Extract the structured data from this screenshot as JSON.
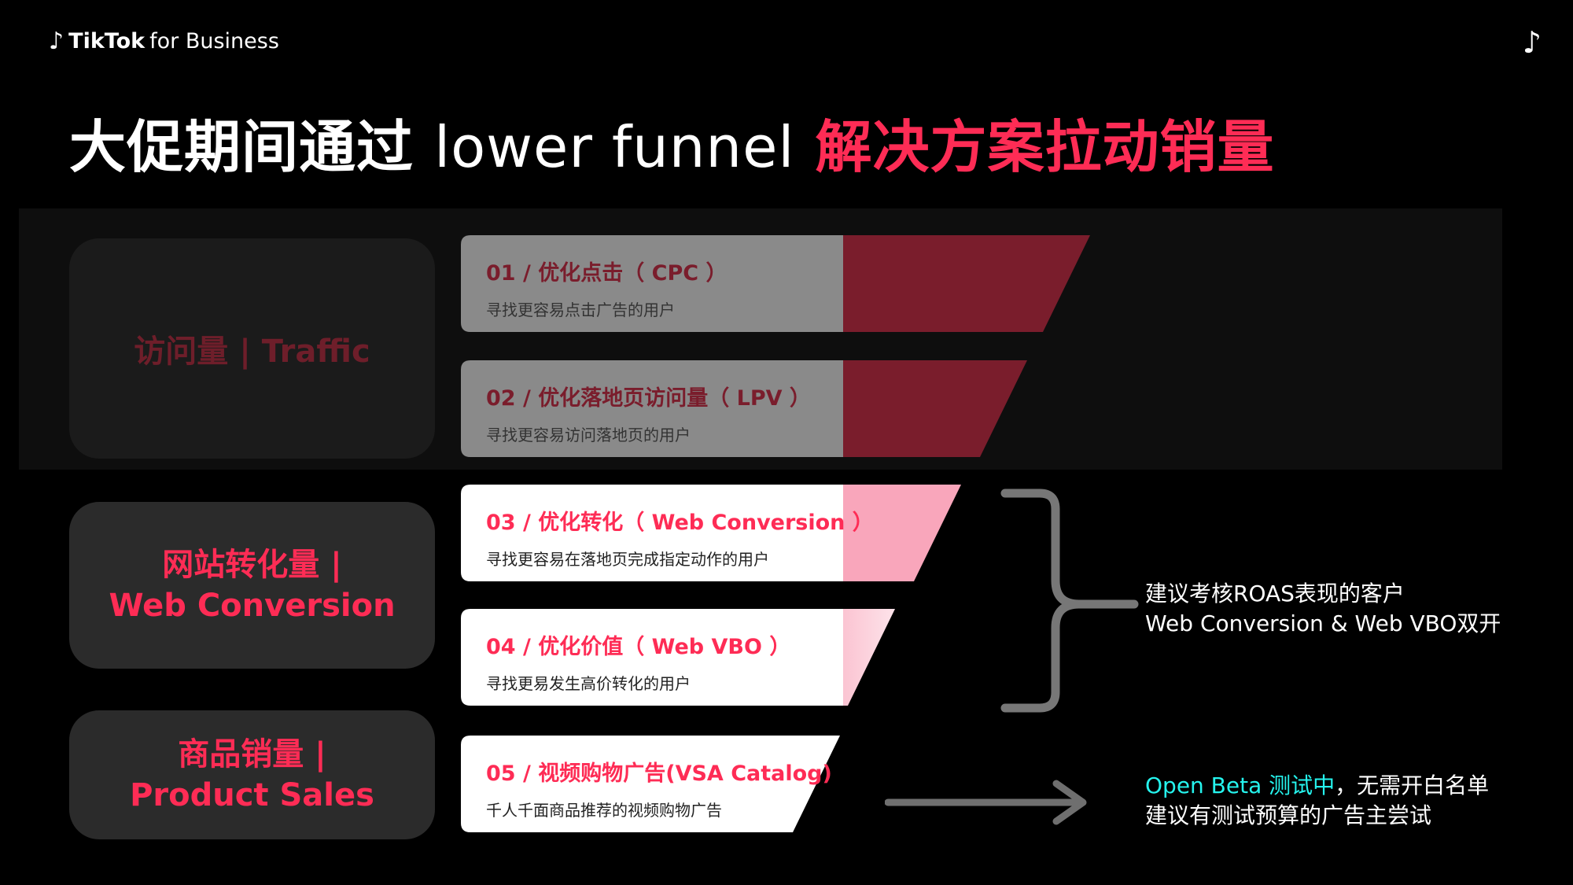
{
  "header": {
    "brand_name": "TikTok",
    "brand_suffix": "for Business",
    "corner_logo_icon": "tiktok-note-icon"
  },
  "title": {
    "part1": "大促期间通过",
    "part2": "lower funnel",
    "part3": "解决方案拉动销量"
  },
  "categories": [
    {
      "line1": "访问量 | Traffic",
      "line2": ""
    },
    {
      "line1": "网站转化量 |",
      "line2": "Web Conversion"
    },
    {
      "line1": "商品销量 |",
      "line2": "Product Sales"
    }
  ],
  "items": [
    {
      "title": "01 / 优化点击（ CPC ）",
      "subtitle": "寻找更容易点击广告的用户"
    },
    {
      "title": "02 / 优化落地页访问量（ LPV ）",
      "subtitle": "寻找更容易访问落地页的用户"
    },
    {
      "title": "03 / 优化转化（ Web Conversion ）",
      "subtitle": "寻找更容易在落地页完成指定动作的用户"
    },
    {
      "title": "04 / 优化价值（ Web VBO ）",
      "subtitle": "寻找更易发生高价转化的用户"
    },
    {
      "title": "05 / 视频购物广告(VSA Catalog)",
      "subtitle": "千人千面商品推荐的视频购物广告"
    }
  ],
  "notes": {
    "roas_line1": "建议考核ROAS表现的客户",
    "roas_line2": "Web Conversion & Web VBO双开",
    "beta_highlight": "Open Beta 测试中",
    "beta_rest": "，无需开白名单",
    "beta_line2": "建议有测试预算的广告主尝试"
  },
  "colors": {
    "accent": "#fe2c55",
    "teal": "#25f4ee",
    "background": "#000000"
  }
}
